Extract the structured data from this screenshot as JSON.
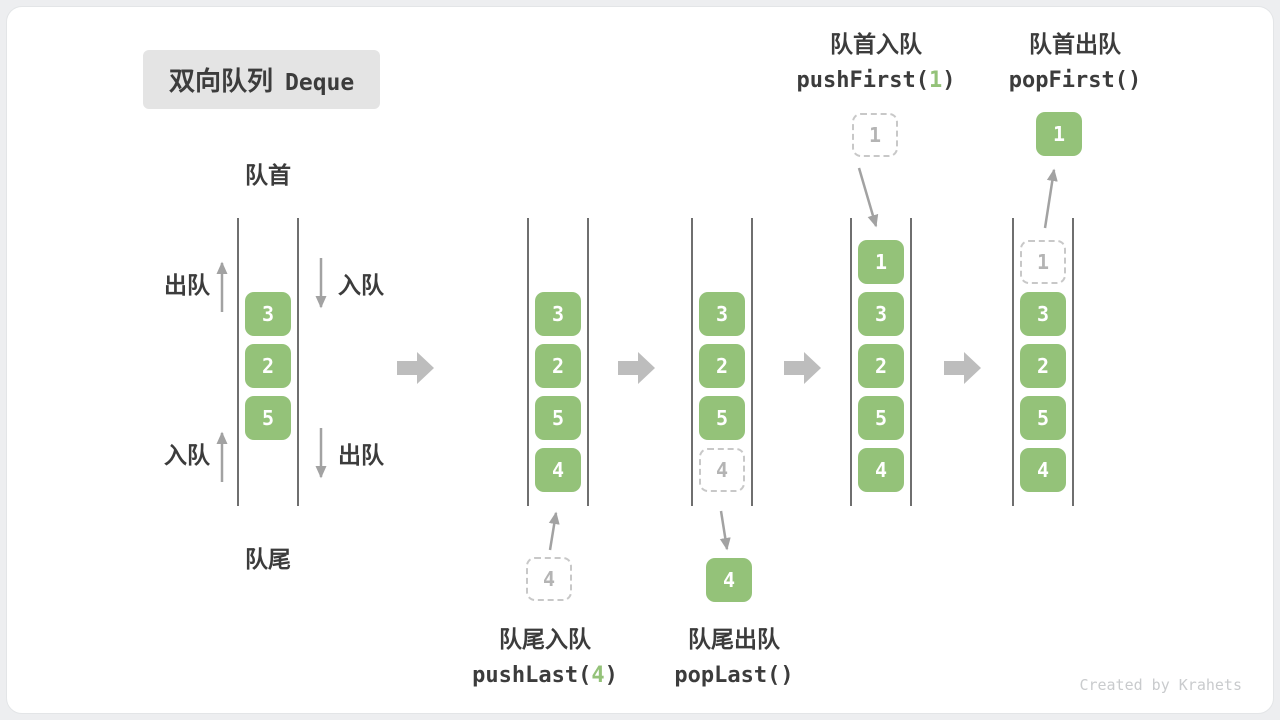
{
  "title": {
    "zh": "双向队列",
    "en": "Deque"
  },
  "labels": {
    "front": "队首",
    "rear": "队尾",
    "enqueue": "入队",
    "dequeue": "出队"
  },
  "operations": {
    "push_first": {
      "title": "队首入队",
      "pre": "pushFirst(",
      "arg": "1",
      "post": ")"
    },
    "pop_first": {
      "title": "队首出队",
      "code": "popFirst()"
    },
    "push_last": {
      "title": "队尾入队",
      "pre": "pushLast(",
      "arg": "4",
      "post": ")"
    },
    "pop_last": {
      "title": "队尾出队",
      "code": "popLast()"
    }
  },
  "queues": [
    {
      "name": "initial",
      "cells": [
        {
          "slot": 1,
          "value": "3",
          "style": "solid"
        },
        {
          "slot": 2,
          "value": "2",
          "style": "solid"
        },
        {
          "slot": 3,
          "value": "5",
          "style": "solid"
        }
      ]
    },
    {
      "name": "after-push-last",
      "cells": [
        {
          "slot": 1,
          "value": "3",
          "style": "solid"
        },
        {
          "slot": 2,
          "value": "2",
          "style": "solid"
        },
        {
          "slot": 3,
          "value": "5",
          "style": "solid"
        },
        {
          "slot": 4,
          "value": "4",
          "style": "solid"
        }
      ]
    },
    {
      "name": "during-pop-last",
      "cells": [
        {
          "slot": 1,
          "value": "3",
          "style": "solid"
        },
        {
          "slot": 2,
          "value": "2",
          "style": "solid"
        },
        {
          "slot": 3,
          "value": "5",
          "style": "solid"
        },
        {
          "slot": 4,
          "value": "4",
          "style": "dashed"
        }
      ]
    },
    {
      "name": "after-push-first",
      "cells": [
        {
          "slot": 0,
          "value": "1",
          "style": "solid"
        },
        {
          "slot": 1,
          "value": "3",
          "style": "solid"
        },
        {
          "slot": 2,
          "value": "2",
          "style": "solid"
        },
        {
          "slot": 3,
          "value": "5",
          "style": "solid"
        },
        {
          "slot": 4,
          "value": "4",
          "style": "solid"
        }
      ]
    },
    {
      "name": "during-pop-first",
      "cells": [
        {
          "slot": 0,
          "value": "1",
          "style": "dashed"
        },
        {
          "slot": 1,
          "value": "3",
          "style": "solid"
        },
        {
          "slot": 2,
          "value": "2",
          "style": "solid"
        },
        {
          "slot": 3,
          "value": "5",
          "style": "solid"
        },
        {
          "slot": 4,
          "value": "4",
          "style": "solid"
        }
      ]
    }
  ],
  "floating": {
    "push_last_in": {
      "value": "4",
      "style": "dashed"
    },
    "pop_last_out": {
      "value": "4",
      "style": "solid"
    },
    "push_first_in": {
      "value": "1",
      "style": "dashed"
    },
    "pop_first_out": {
      "value": "1",
      "style": "solid"
    }
  },
  "watermark": "Created by Krahets",
  "colors": {
    "green": "#94C279",
    "text": "#3C3C3C",
    "arrow": "#A2A2A2",
    "block_arrow": "#BDBDBD",
    "rail": "#6F6F6F",
    "dash_border": "#C8C8C8",
    "dash_text": "#B4B4B4",
    "title_bg": "#E4E4E4",
    "card_border": "#E3E5E7",
    "page_bg": "#EDEEF0",
    "watermark": "#C9CBCD"
  }
}
